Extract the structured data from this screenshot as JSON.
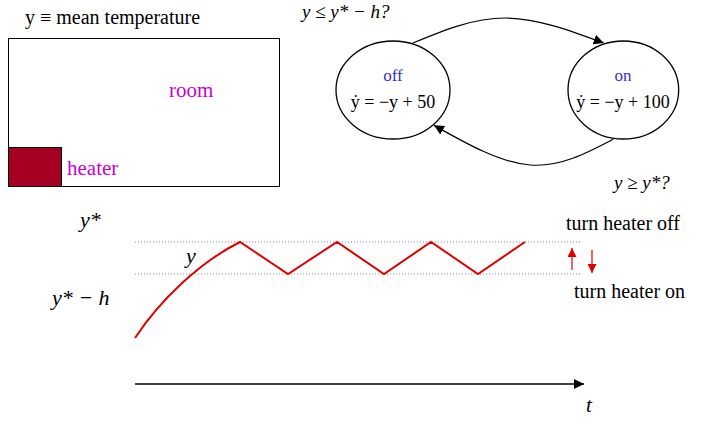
{
  "diagram": {
    "nodes": [
      {
        "text": [
          "room"
        ]
      },
      {
        "text": [
          "heater"
        ],
        "in": 0
      },
      {
        "text": [
          "off",
          "ẏ = −y + 50"
        ]
      },
      {
        "text": [
          "on",
          "ẏ = −y + 100"
        ]
      }
    ],
    "edges": [
      {
        "from": 2,
        "to": 3,
        "label": "y ≤ y* − h?",
        "arrow": "to"
      },
      {
        "from": 3,
        "to": 2,
        "label": "y ≥ y*?",
        "arrow": "to"
      }
    ],
    "labels": [
      "y ≡ mean temperature",
      "y*",
      "y",
      "y* − h",
      "turn heater off",
      "turn heater on",
      "t"
    ]
  }
}
